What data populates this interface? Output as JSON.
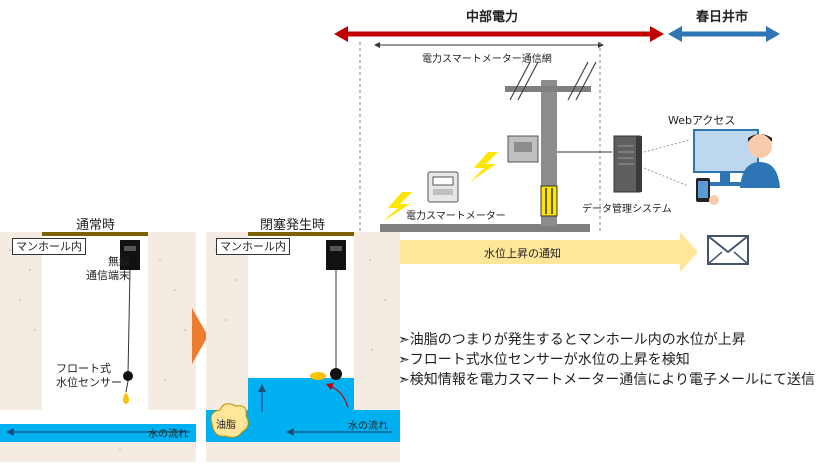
{
  "header": {
    "chubu": "中部電力",
    "kasugai": "春日井市",
    "network": "電力スマートメーター通信網"
  },
  "labels": {
    "web_access": "Webアクセス",
    "smart_meter": "電力スマートメーター",
    "data_system": "データ管理システム",
    "notify": "水位上昇の通知"
  },
  "panel_normal": {
    "title": "通常時",
    "manhole": "マンホール内",
    "terminal": "無線\n通信端末",
    "float": "フロート式\n水位センサー",
    "flow": "水の流れ"
  },
  "panel_blocked": {
    "title": "閉塞発生時",
    "manhole": "マンホール内",
    "grease": "油脂",
    "flow": "水の流れ"
  },
  "bullets": [
    "➣油脂のつまりが発生するとマンホール内の水位が上昇",
    "➣フロート式水位センサーが水位の上昇を検知",
    "➣検知情報を電力スマートメーター通信により電子メールにて送信"
  ],
  "colors": {
    "chubu_red": "#c00000",
    "kasugai_blue": "#2e75b6",
    "water": "#00b0f0",
    "soil": "#f3e8dc",
    "lid": "#7f6000",
    "notify": "#ffd966"
  }
}
